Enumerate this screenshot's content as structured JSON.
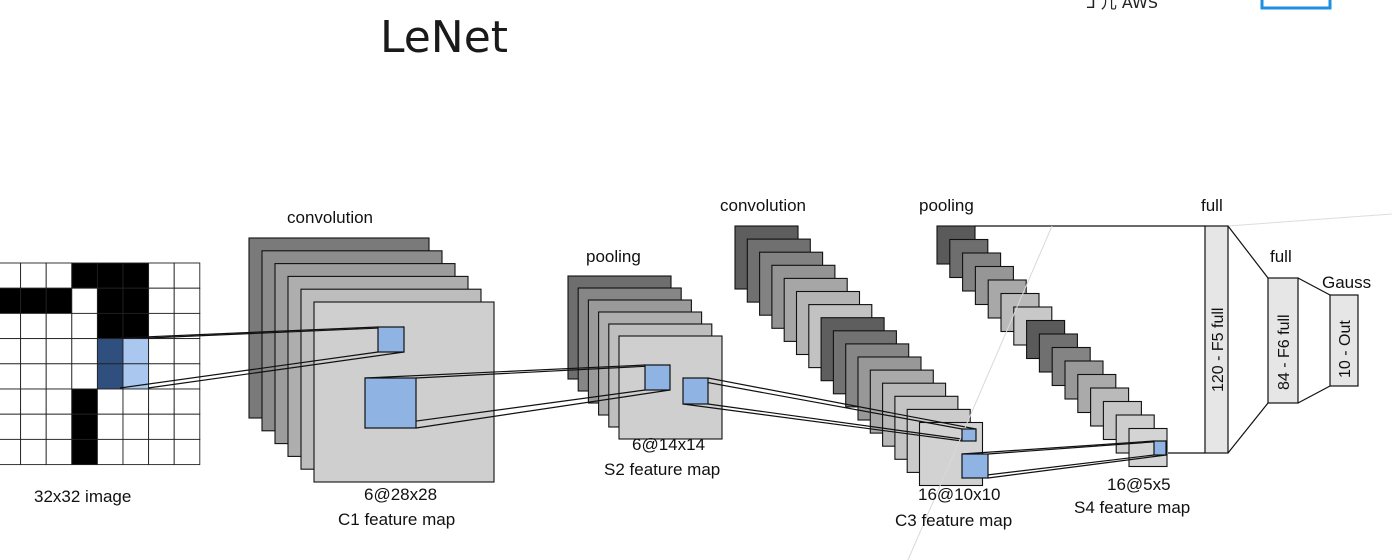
{
  "title": "LeNet",
  "top_right_partial_text": "ᒧ 儿 AWS",
  "labels": {
    "input": "32x32 image",
    "conv1_op": "convolution",
    "c1_size": "6@28x28",
    "c1_name": "C1 feature map",
    "pool1_op": "pooling",
    "s2_size": "6@14x14",
    "s2_name": "S2 feature map",
    "conv2_op": "convolution",
    "c3_size": "16@10x10",
    "c3_name": "C3 feature map",
    "pool2_op": "pooling",
    "s4_size": "16@5x5",
    "s4_name": "S4 feature map",
    "f5_op": "full",
    "f5_box": "120 - F5 full",
    "f6_op": "full",
    "f6_box": "84 - F6 full",
    "out_op": "Gauss",
    "out_box": "10 - Out"
  },
  "colors": {
    "highlight": "#8fb4e3",
    "highlight_dark": "#2f4f7f",
    "pixel_black": "#000000",
    "full_box": "#e6e6e6",
    "brand_blue": "#1f8fe0"
  }
}
